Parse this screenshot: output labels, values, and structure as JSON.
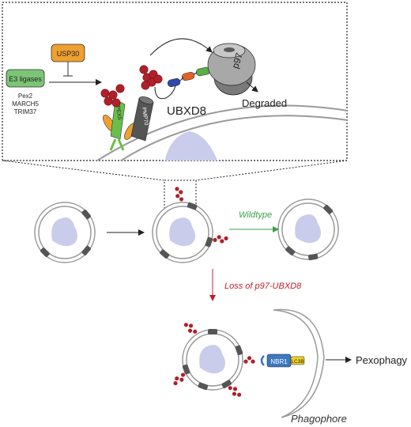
{
  "inset": {
    "e3_box_label": "E3 ligases",
    "e3_list": [
      "Pex2",
      "MARCH5",
      "TRIM37"
    ],
    "usp30_label": "USP30",
    "pex5_label": "PEX5",
    "pmp70_label": "PMP70",
    "ubxd8_label": "UBXD8",
    "p97_label": "p97",
    "degraded_label": "Degraded"
  },
  "pathway": {
    "wildtype_label": "Wildtype",
    "loss_label": "Loss of p97-UBXD8",
    "nbr1_label": "NBR1",
    "lc3b_label": "LC3B",
    "pexophagy_label": "Pexophagy",
    "phagophore_label": "Phagophore"
  },
  "colors": {
    "ubiquitin": "#b0202a",
    "pex5": "#6abf4b",
    "usp30_fill": "#f0a030",
    "e3_fill": "#7cc576",
    "pmp70": "#555555",
    "p97": "#a8a8a8",
    "matrix": "#c9ccea",
    "membrane": "#9a9a9a",
    "wildtype_text": "#3aa04a",
    "loss_text": "#c0202a",
    "nbr1_fill": "#3b78c2",
    "lc3b_fill": "#f2d21e",
    "ubxd8_blue": "#3049a8",
    "ubxd8_orange": "#e2602a",
    "ubxd8_green": "#5aae48"
  }
}
